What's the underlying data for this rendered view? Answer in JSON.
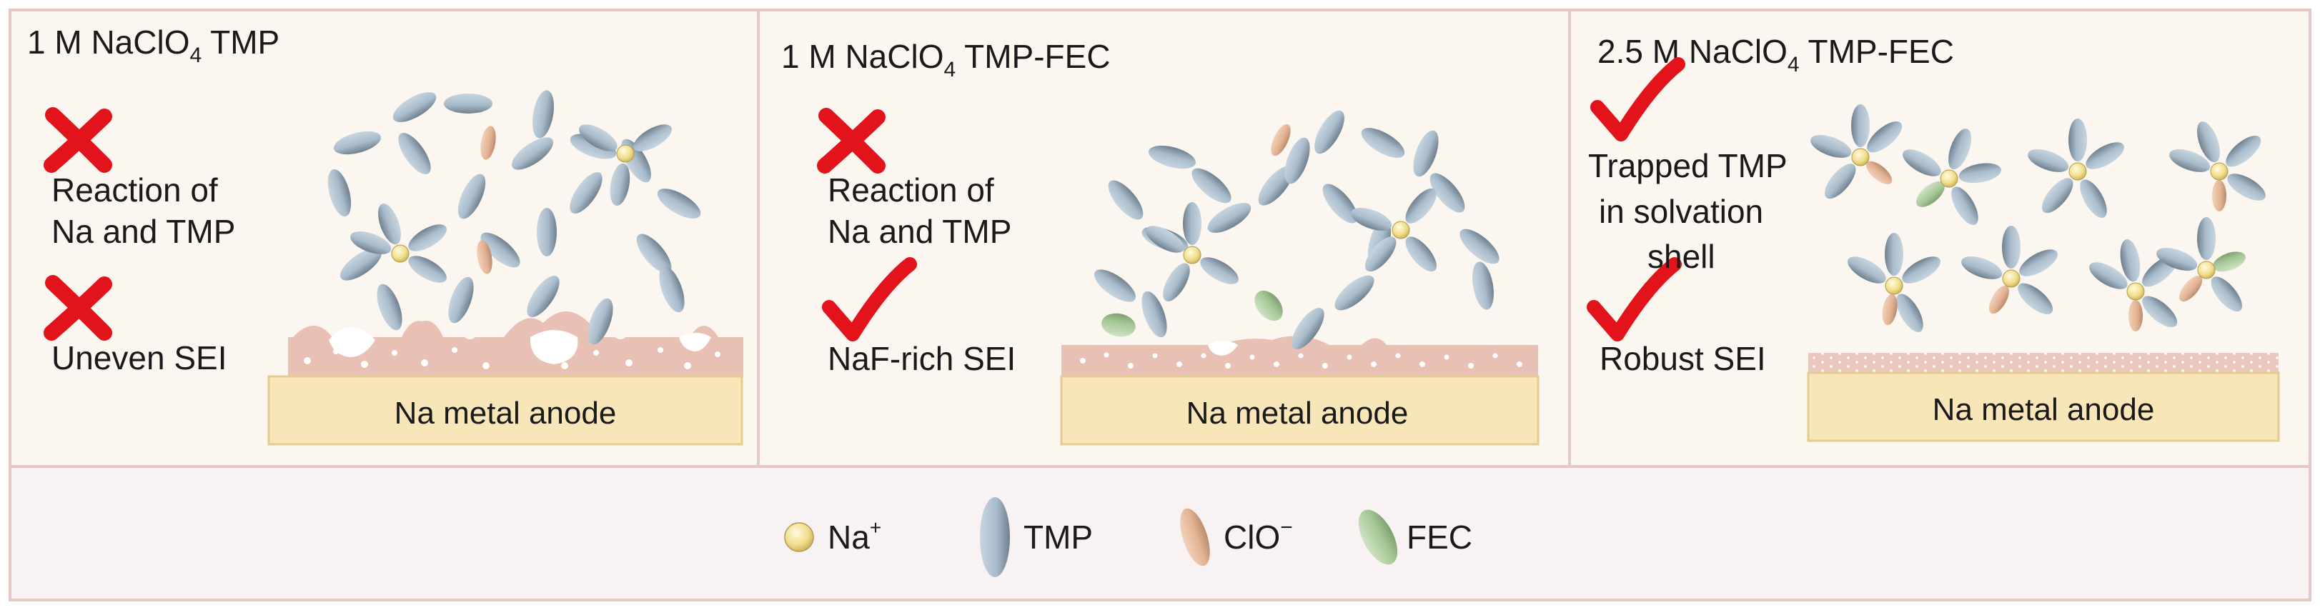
{
  "panels": [
    {
      "title": "1 M NaClO",
      "title_sub": "4",
      "title_suffix": " TMP",
      "items": [
        {
          "mark": "cross",
          "lines": [
            "Reaction of",
            "Na and TMP"
          ]
        },
        {
          "mark": "cross",
          "lines": [
            "Uneven SEI"
          ]
        }
      ],
      "anode_label": "Na metal anode"
    },
    {
      "title": "1 M NaClO",
      "title_sub": "4",
      "title_suffix": " TMP-FEC",
      "items": [
        {
          "mark": "cross",
          "lines": [
            "Reaction of",
            "Na and TMP"
          ]
        },
        {
          "mark": "check",
          "lines": [
            "NaF-rich SEI"
          ]
        }
      ],
      "anode_label": "Na metal anode"
    },
    {
      "title": "2.5 M NaClO",
      "title_sub": "4",
      "title_suffix": " TMP-FEC",
      "items": [
        {
          "mark": "check",
          "lines": [
            "Trapped TMP",
            "in solvation",
            "shell"
          ]
        },
        {
          "mark": "check",
          "lines": [
            "Robust SEI"
          ]
        }
      ],
      "anode_label": "Na metal anode"
    }
  ],
  "legend": {
    "na_label": "Na",
    "na_sup": "+",
    "tmp_label": "TMP",
    "clo_label": "ClO",
    "clo_sup": "−",
    "fec_label": "FEC"
  },
  "colors": {
    "panel_bg": "#fbf6ef",
    "legend_bg": "#f8f2f2",
    "border": "#e6c9c6",
    "sei": "#e9c3b7",
    "anode_fill": "#f8e6b8",
    "anode_border": "#e2cc92",
    "tmp": "#a9bccc",
    "tmp_dark": "#6e7f8e",
    "clo": "#e4b89a",
    "fec": "#a8c99a",
    "na": "#f1df8e",
    "mark_red": "#e3131b"
  }
}
